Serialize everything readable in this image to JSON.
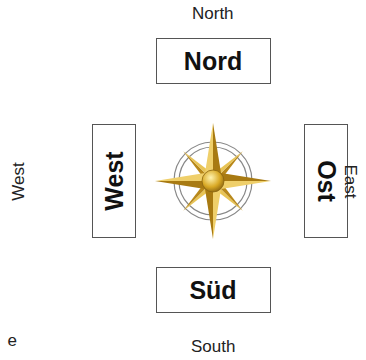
{
  "diagram": {
    "nodes": [
      {
        "text": [
          "Nord"
        ]
      },
      {
        "text": [
          "West"
        ]
      },
      {
        "text": [
          "Ost"
        ]
      },
      {
        "text": [
          "Süd"
        ]
      }
    ],
    "labels": [
      "North",
      "West",
      "East",
      "South",
      "e"
    ]
  }
}
